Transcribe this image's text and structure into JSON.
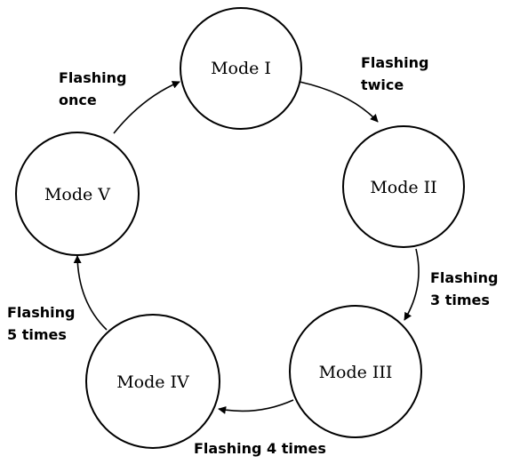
{
  "nodes": [
    {
      "id": "mode-1",
      "label": "Mode I"
    },
    {
      "id": "mode-2",
      "label": "Mode II"
    },
    {
      "id": "mode-3",
      "label": "Mode III"
    },
    {
      "id": "mode-4",
      "label": "Mode IV"
    },
    {
      "id": "mode-5",
      "label": "Mode V"
    }
  ],
  "edges": [
    {
      "from": "mode-1",
      "to": "mode-2",
      "label_lines": [
        "Flashing",
        "twice"
      ]
    },
    {
      "from": "mode-2",
      "to": "mode-3",
      "label_lines": [
        "Flashing",
        "3 times"
      ]
    },
    {
      "from": "mode-3",
      "to": "mode-4",
      "label_lines": [
        "Flashing 4 times"
      ]
    },
    {
      "from": "mode-4",
      "to": "mode-5",
      "label_lines": [
        "Flashing",
        "5 times"
      ]
    },
    {
      "from": "mode-5",
      "to": "mode-1",
      "label_lines": [
        "Flashing",
        "once"
      ]
    }
  ],
  "colors": {
    "stroke": "#000000",
    "background": "#ffffff"
  }
}
